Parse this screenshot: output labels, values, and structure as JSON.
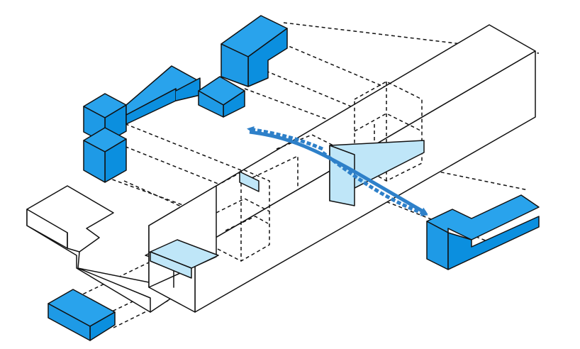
{
  "diagram": {
    "colors": {
      "mass_top": "#29a3ec",
      "mass_side": "#0b8fdf",
      "mass_front": "#1e9ae6",
      "glass": "#bfe6f8",
      "line": "#111111",
      "arrow": "#2e80c9",
      "paper": "#ffffff"
    },
    "components": [
      "base-slab",
      "long-bar-volume",
      "entrance-podium",
      "blue-mass-left-tower",
      "blue-mass-north-bar",
      "blue-mass-north-block",
      "blue-mass-east-l",
      "blue-mass-south-slab",
      "glass-bridge",
      "circulation-arrows"
    ]
  }
}
